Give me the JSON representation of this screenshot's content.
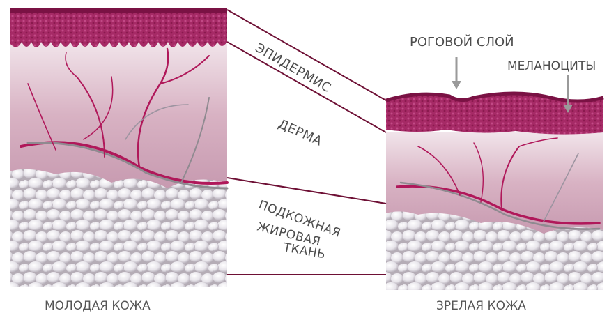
{
  "diagram": {
    "left_panel_caption": "МОЛОДАЯ КОЖА",
    "right_panel_caption": "ЗРЕЛАЯ КОЖА",
    "layers": {
      "epidermis": "ЭПИДЕРМИС",
      "dermis": "ДЕРМА",
      "subcutaneous_line1": "ПОДКОЖНАЯ",
      "subcutaneous_line2": "ЖИРОВАЯ",
      "subcutaneous_line3": "ТКАНЬ"
    },
    "annotations": {
      "stratum_corneum": "РОГОВОЙ СЛОЙ",
      "melanocytes": "МЕЛАНОЦИТЫ"
    },
    "colors": {
      "epidermis": "#a0245f",
      "dermis": "#d9b7c7",
      "vessels": "#b0185a",
      "fat": "#e8e6ec",
      "connector": "#6e1035"
    }
  }
}
